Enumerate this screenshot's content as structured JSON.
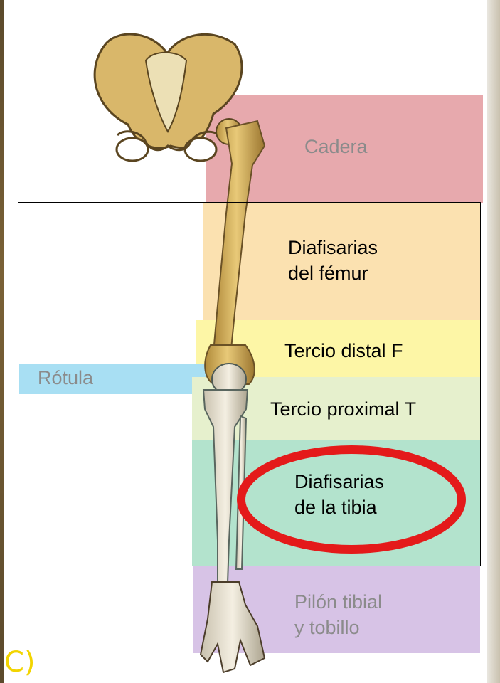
{
  "regions": {
    "cadera": "Cadera",
    "diafisarias_femur": "Diafisarias\ndel fémur",
    "tercio_distal": "Tercio distal F",
    "rotula": "Rótula",
    "tercio_proximal": "Tercio proximal T",
    "diafisarias_tibia": "Diafisarias\nde la tibia",
    "pilon": "Pilón tibial\ny tobillo"
  },
  "colors": {
    "cadera": "#e7a9ad",
    "diafisarias_femur": "#fbe1b0",
    "tercio_distal": "#fdf6a6",
    "rotula": "#a8dff3",
    "tercio_proximal": "#e6f0cd",
    "diafisarias_tibia": "#b3e3cd",
    "pilon": "#d7c3e6",
    "highlight_circle": "#e41a1a"
  }
}
